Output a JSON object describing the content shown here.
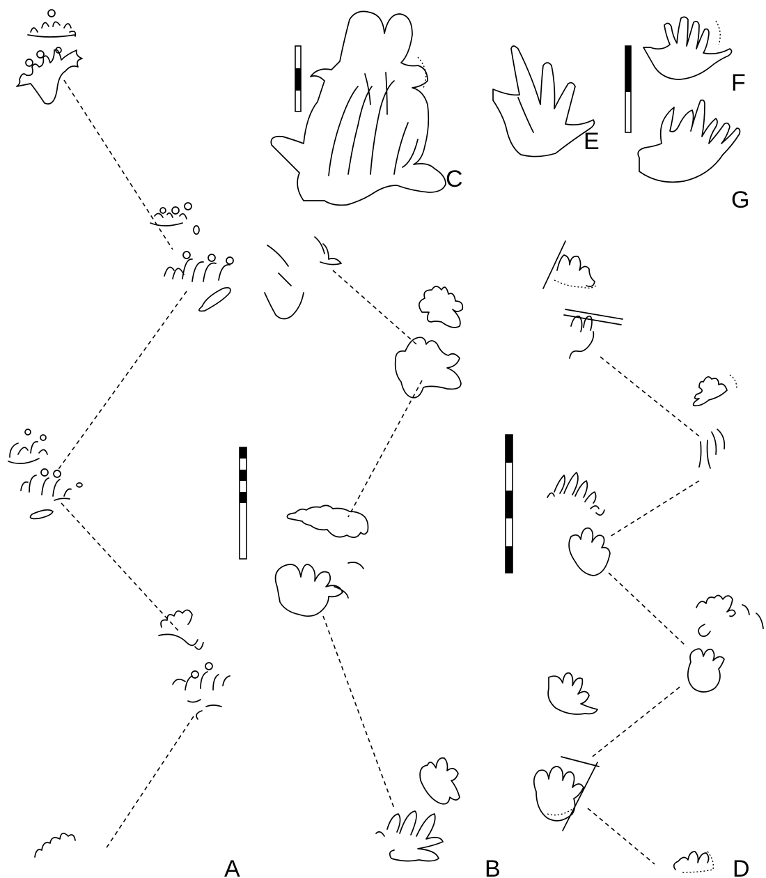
{
  "figure": {
    "panels": [
      {
        "id": "A",
        "label": "A"
      },
      {
        "id": "B",
        "label": "B"
      },
      {
        "id": "C",
        "label": "C"
      },
      {
        "id": "D",
        "label": "D"
      },
      {
        "id": "E",
        "label": "E"
      },
      {
        "id": "F",
        "label": "F"
      },
      {
        "id": "G",
        "label": "G"
      }
    ],
    "colors": {
      "ink": "#000000",
      "background": "#ffffff"
    }
  }
}
